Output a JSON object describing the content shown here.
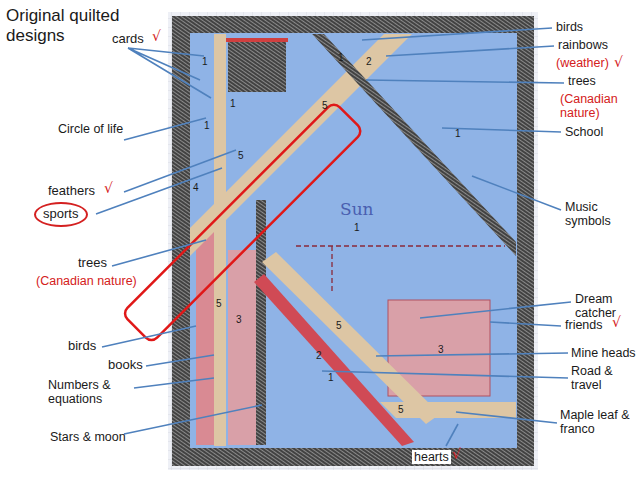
{
  "diagram": {
    "title": "Original quilted designs",
    "nodes": [
      {
        "text": [
          "sports"
        ]
      }
    ],
    "labels": [
      "cards",
      "√",
      "Circle of life",
      "feathers",
      "√",
      "trees",
      "(Canadian nature)",
      "birds",
      "books",
      "Numbers & equations",
      "Stars & moon",
      "birds",
      "rainbows",
      "(weather)",
      "√",
      "trees",
      "(Canadian nature)",
      "School",
      "Music symbols",
      "Dream catcher",
      "friends",
      "√",
      "Mine heads",
      "Road & travel",
      "Maple leaf & franco",
      "hearts",
      "√",
      "1",
      "1",
      "1",
      "5",
      "4",
      "1",
      "2",
      "5",
      "1",
      "Sun",
      "1",
      "5",
      "3",
      "5",
      "2",
      "3",
      "1",
      "5"
    ]
  }
}
